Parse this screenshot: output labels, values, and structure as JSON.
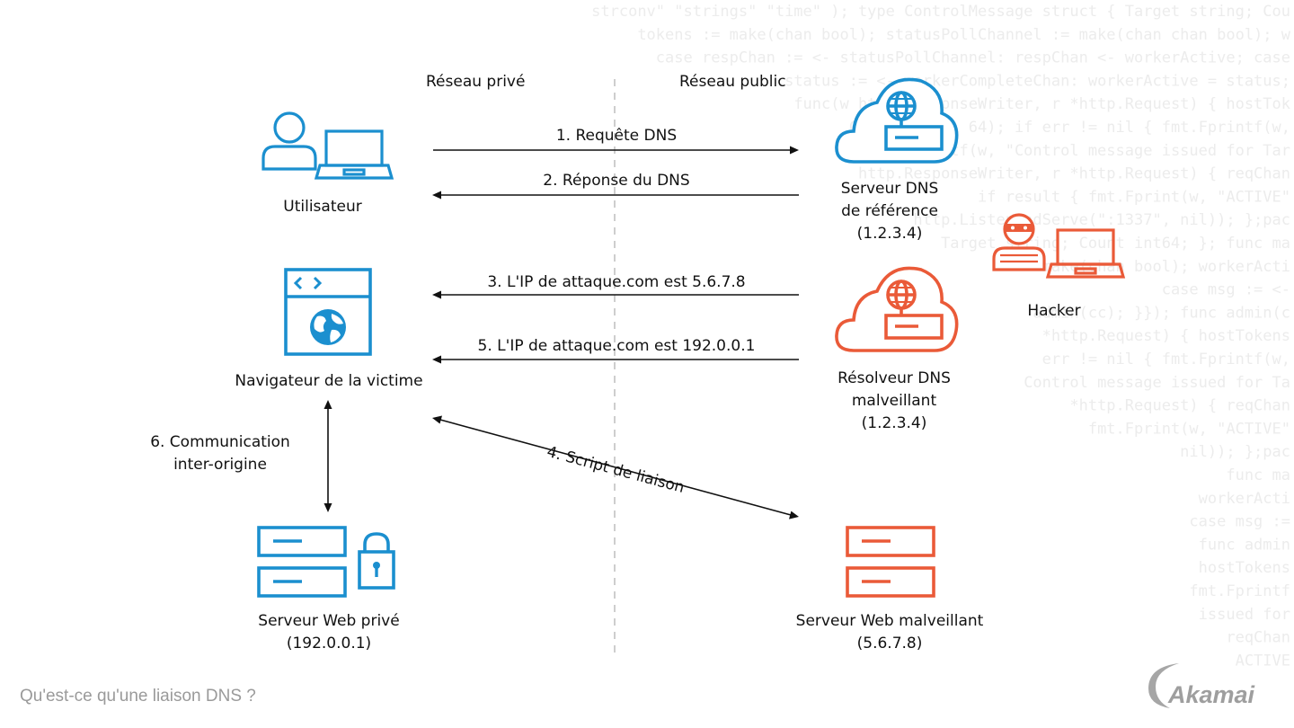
{
  "colors": {
    "blue": "#1b8fcf",
    "orange": "#ea5a38",
    "text": "#111111",
    "footer": "#9a9a9a",
    "divider": "#bdbdbd"
  },
  "zones": {
    "private": "Réseau privé",
    "public": "Réseau public"
  },
  "nodes": {
    "user": {
      "label": "Utilisateur",
      "icons": [
        "user-icon",
        "laptop-icon"
      ]
    },
    "ref_dns": {
      "line1": "Serveur DNS",
      "line2": "de référence",
      "line3": "(1.2.3.4)",
      "icons": [
        "cloud-globe-server-icon"
      ]
    },
    "hacker": {
      "label": "Hacker",
      "icons": [
        "masked-hacker-icon",
        "laptop-icon"
      ]
    },
    "browser": {
      "label": "Navigateur de la victime",
      "icons": [
        "browser-window-globe-icon"
      ]
    },
    "malicious_resolver": {
      "line1": "Résolveur DNS",
      "line2": "malveillant",
      "line3": "(1.2.3.4)",
      "icons": [
        "cloud-globe-server-icon"
      ]
    },
    "private_server": {
      "line1": "Serveur Web privé",
      "line2": "(192.0.0.1)",
      "icons": [
        "server-icon",
        "padlock-icon"
      ]
    },
    "malicious_server": {
      "line1": "Serveur Web malveillant",
      "line2": "(5.6.7.8)",
      "icons": [
        "server-icon"
      ]
    }
  },
  "steps": {
    "s1": "1. Requête DNS",
    "s2": "2. Réponse du DNS",
    "s3": "3. L'IP de attaque.com est 5.6.7.8",
    "s4": "4. Script de liaison",
    "s5": "5. L'IP de attaque.com est 192.0.0.1",
    "s6_line1": "6. Communication",
    "s6_line2": "inter-origine"
  },
  "background_code": [
    "strconv\" \"strings\" \"time\" ); type ControlMessage struct { Target string; Cou",
    "tokens := make(chan bool); statusPollChannel := make(chan chan bool); w",
    "case respChan := <- statusPollChannel: respChan <- workerActive; case",
    "status := <- workerCompleteChan: workerActive = status;",
    "func(w http.ResponseWriter, r *http.Request) { hostTok",
    "Count\"), 10, 64); if err != nil { fmt.Fprintf(w,",
    "fmt.Fprintf(w, \"Control message issued for Tar",
    "http.ResponseWriter, r *http.Request) { reqChan",
    "if result { fmt.Fprint(w, \"ACTIVE\"",
    "http.ListenAndServe(\":1337\", nil)); };pac",
    "Target string; Count int64; }; func ma",
    "make(chan bool); workerActi",
    "case msg := <-",
    "admin(cc); }}); func admin(c",
    "*http.Request) { hostTokens",
    "err != nil { fmt.Fprintf(w,",
    "Control message issued for Ta",
    "*http.Request) { reqChan",
    "fmt.Fprint(w, \"ACTIVE\"",
    "nil)); };pac",
    "func ma",
    "workerActi",
    "case msg :=",
    "func admin",
    "hostTokens",
    "fmt.Fprintf",
    "issued for",
    "reqChan",
    "ACTIVE"
  ],
  "footer": {
    "question": "Qu'est-ce qu'une liaison DNS ?",
    "brand": "Akamai"
  }
}
